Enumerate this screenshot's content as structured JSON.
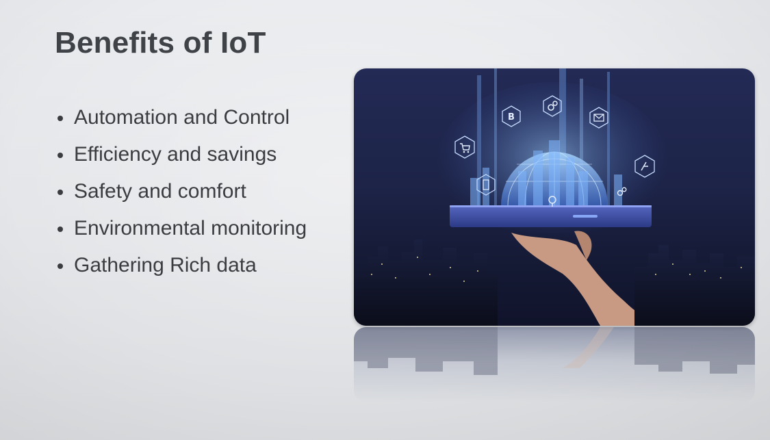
{
  "slide": {
    "title": "Benefits of IoT",
    "bullets": [
      "Automation and Control",
      "Efficiency and savings",
      "Safety and comfort",
      "Environmental monitoring",
      "Gathering Rich data"
    ]
  },
  "image": {
    "icons": [
      "bitcoin-icon",
      "gears-icon",
      "mail-icon",
      "cart-icon",
      "antenna-icon",
      "building-icon",
      "location-pin-icon"
    ],
    "colors": {
      "sky": "#232a55",
      "glow": "#6fb6ff",
      "tablet": "#3b4a9a"
    }
  }
}
